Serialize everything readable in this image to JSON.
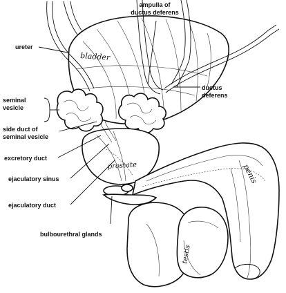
{
  "labels": {
    "ampulla_1": "ampulla of",
    "ampulla_2": "ductus deferens",
    "ureter": "ureter",
    "bladder": "bladder",
    "ductus_1": "ductus",
    "ductus_2": "deferens",
    "seminal_1": "seminal",
    "seminal_2": "vesicle",
    "side_duct_1": "side duct of",
    "side_duct_2": "seminal vesicle",
    "excretory": "excretory duct",
    "prostate": "prostate",
    "penis": "penis",
    "ejac_sinus": "ejaculatory sinus",
    "ejac_duct": "ejaculatory duct",
    "bulbo": "bulbourethral glands",
    "testis": "testis"
  }
}
